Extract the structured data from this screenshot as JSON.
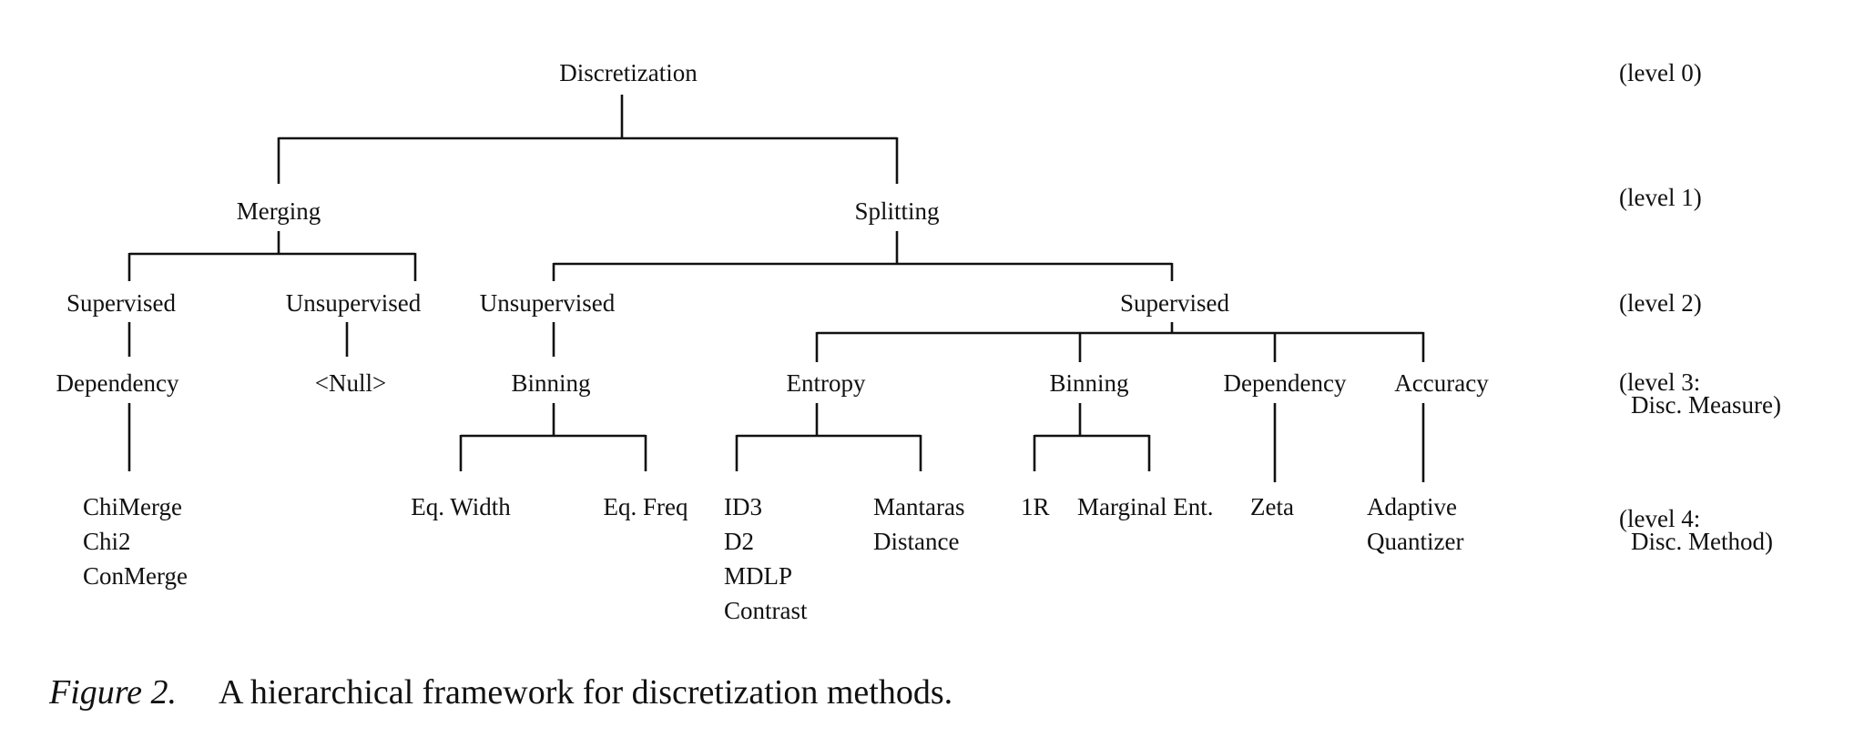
{
  "nodes": {
    "root": "Discretization",
    "merging": "Merging",
    "splitting": "Splitting",
    "merging_supervised": "Supervised",
    "merging_unsupervised": "Unsupervised",
    "splitting_unsupervised": "Unsupervised",
    "splitting_supervised": "Supervised",
    "merging_dependency": "Dependency",
    "null_measure": "<Null>",
    "unsup_binning": "Binning",
    "entropy": "Entropy",
    "sup_binning": "Binning",
    "sup_dependency": "Dependency",
    "accuracy": "Accuracy"
  },
  "methods": {
    "merging_dependency": [
      "ChiMerge",
      "Chi2",
      "ConMerge"
    ],
    "eq_width": "Eq. Width",
    "eq_freq": "Eq. Freq",
    "entropy_left": [
      "ID3",
      "D2",
      "MDLP",
      "Contrast"
    ],
    "entropy_right": [
      "Mantaras",
      "Distance"
    ],
    "one_r": "1R",
    "marginal_ent": "Marginal Ent.",
    "zeta": "Zeta",
    "accuracy": [
      "Adaptive",
      "Quantizer"
    ]
  },
  "levels": {
    "level0": "(level 0)",
    "level1": "(level 1)",
    "level2": "(level 2)",
    "level3_line1": "(level 3:",
    "level3_line2": "Disc. Measure)",
    "level4_line1": "(level 4:",
    "level4_line2": "Disc. Method)"
  },
  "caption": {
    "label": "Figure 2.",
    "text": "A hierarchical framework for discretization methods."
  }
}
